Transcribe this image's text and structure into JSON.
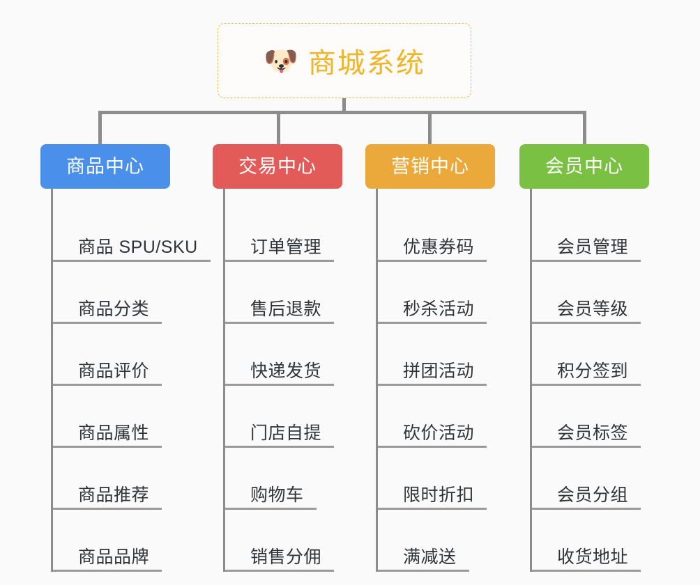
{
  "background_color": "#fafafa",
  "root": {
    "icon": "shiba-dog-face-emoji",
    "emoji": "🐶",
    "title": "商城系统",
    "text_color": "#f0b429",
    "border_color": "#e8b84a"
  },
  "connector_color": "#8c8c8c",
  "columns": [
    {
      "id": "product-center",
      "title": "商品中心",
      "color": "#4a90ea",
      "items": [
        "商品 SPU/SKU",
        "商品分类",
        "商品评价",
        "商品属性",
        "商品推荐",
        "商品品牌"
      ]
    },
    {
      "id": "trade-center",
      "title": "交易中心",
      "color": "#e25b58",
      "items": [
        "订单管理",
        "售后退款",
        "快递发货",
        "门店自提",
        "购物车",
        "销售分佣"
      ]
    },
    {
      "id": "marketing-center",
      "title": "营销中心",
      "color": "#eaa93a",
      "items": [
        "优惠券码",
        "秒杀活动",
        "拼团活动",
        "砍价活动",
        "限时折扣",
        "满减送"
      ]
    },
    {
      "id": "member-center",
      "title": "会员中心",
      "color": "#7ac143",
      "items": [
        "会员管理",
        "会员等级",
        "积分签到",
        "会员标签",
        "会员分组",
        "收货地址"
      ]
    }
  ]
}
